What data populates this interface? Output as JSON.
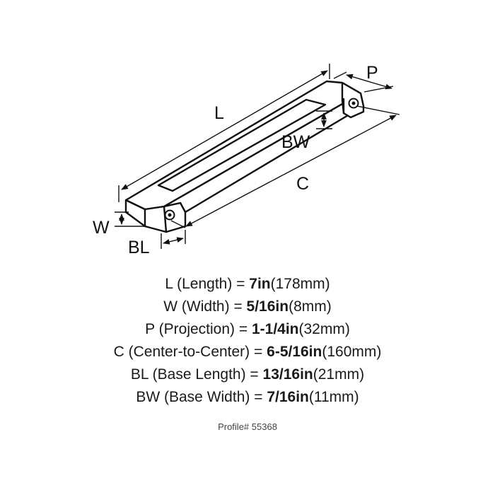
{
  "diagram": {
    "labels": {
      "L": "L",
      "P": "P",
      "BW": "BW",
      "C": "C",
      "W": "W",
      "BL": "BL"
    },
    "colors": {
      "line": "#111111",
      "handle_fill": "#ffffff"
    }
  },
  "specs": [
    {
      "code": "L",
      "name": "(Length)",
      "eq": "=",
      "value": "7in",
      "metric": "(178mm)"
    },
    {
      "code": "W",
      "name": "(Width)",
      "eq": "=",
      "value": "5/16in",
      "metric": "(8mm)"
    },
    {
      "code": "P",
      "name": "(Projection)",
      "eq": "=",
      "value": "1-1/4in",
      "metric": "(32mm)"
    },
    {
      "code": "C",
      "name": "(Center-to-Center)",
      "eq": "=",
      "value": "6-5/16in",
      "metric": "(160mm)"
    },
    {
      "code": "BL",
      "name": "(Base Length)",
      "eq": "=",
      "value": "13/16in",
      "metric": "(21mm)"
    },
    {
      "code": "BW",
      "name": "(Base Width)",
      "eq": "=",
      "value": "7/16in",
      "metric": "(11mm)"
    }
  ],
  "profile": "Profile# 55368"
}
